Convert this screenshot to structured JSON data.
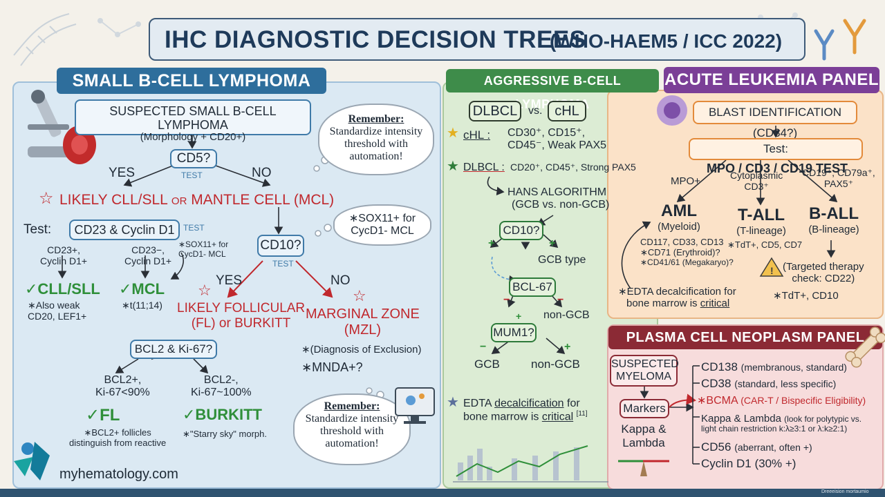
{
  "header": {
    "title": "IHC DIAGNOSTIC DECISION TREES",
    "subtitle": "(WHO-HAEM5 / ICC 2022)"
  },
  "small_bcell": {
    "title": "SMALL B-CELL LYMPHOMA FLOW",
    "start_line1": "SUSPECTED SMALL B-CELL LYMPHOMA",
    "start_line2": "(Morphology + CD20+)",
    "cd5": "CD5?",
    "cd5_test": "TEST",
    "yes": "YES",
    "no": "NO",
    "likely_cll_a": "LIKELY CLL/SLL",
    "likely_cll_or": "OR",
    "likely_cll_b": "MANTLE CELL (MCL)",
    "test_prefix": "Test:",
    "test_box": "CD23 & Cyclin D1",
    "test_tag": "TEST",
    "cd23pos_l1": "CD23+,",
    "cd23pos_l2": "Cyclin D1+",
    "cd23neg_l1": "CD23−,",
    "cd23neg_l2": "Cyclin D1+",
    "sox_small_l1": "∗SOX11+ for",
    "sox_small_l2": "CycD1- MCL",
    "cll_result": "✓CLL/SLL",
    "cll_note_l1": "∗Also weak",
    "cll_note_l2": "CD20, LEF1+",
    "mcl_result": "✓MCL",
    "mcl_note": "∗t(11;14)",
    "cd10": "CD10?",
    "cd10_test": "TEST",
    "yes2": "YES",
    "no2": "NO",
    "likely_fl_l1": "LIKELY FOLLICULAR",
    "likely_fl_l2": "(FL) or BURKITT",
    "mzl_l1": "MARGINAL ZONE",
    "mzl_l2": "(MZL)",
    "mzl_note1": "∗(Diagnosis of Exclusion)",
    "mzl_note2": "∗MNDA+?",
    "sox_bubble_l1": "∗SOX11+ for",
    "sox_bubble_l2": "CycD1- MCL",
    "bcl2": "BCL2 & Ki-67?",
    "fl_cond_l1": "BCL2+,",
    "fl_cond_l2": "Ki-67<90%",
    "bk_cond_l1": "BCL2-,",
    "bk_cond_l2": "Ki-67~100%",
    "fl_result": "✓FL",
    "bk_result": "✓BURKITT",
    "fl_note_l1": "∗BCL2+ follicles",
    "fl_note_l2": "distinguish from reactive",
    "bk_note": "∗\"Starry sky\" morph.",
    "remember1_title": "Remember:",
    "remember1_l1": "Standardize intensity",
    "remember1_l2": "threshold with",
    "remember1_l3": "automation!",
    "remember2_title": "Remember:",
    "remember2_l1": "Standardize intensity",
    "remember2_l2": "threshold with",
    "remember2_l3": "automation!",
    "brand": "myhematology.com"
  },
  "aggressive": {
    "title": "AGGRESSIVE B-CELL LYMPHOMA",
    "dlbcl": "DLBCL",
    "vs": "vs.",
    "chl": "cHL",
    "chl_label": "cHL :",
    "chl_markers_l1": "CD30⁺, CD15⁺,",
    "chl_markers_l2": "CD45⁻, Weak PAX5",
    "dlbcl_label": "DLBCL :",
    "dlbcl_markers": "CD20⁺, CD45⁺, Strong PAX5",
    "hans_l1": "HANS ALGORITHM",
    "hans_l2": "(GCB vs. non-GCB)",
    "cd10": "CD10?",
    "gcb_type": "GCB type",
    "bcl6": "BCL-67",
    "non_gcb1": "non-GCB",
    "mum1": "MUM1?",
    "gcb": "GCB",
    "non_gcb2": "non-GCB",
    "plus": "+",
    "minus": "−",
    "edta_l1_a": "EDTA",
    "edta_l1_b": "decalcification",
    "edta_l1_c": "for",
    "edta_l2_a": "bone marrow is",
    "edta_l2_b": "critical",
    "edta_ref": "[11]"
  },
  "acute": {
    "title": "ACUTE LEUKEMIA PANEL",
    "blast": "BLAST IDENTIFICATION (CD34?)",
    "test_prefix": "Test:",
    "test_box": "MPO / CD3 / CD19 TEST",
    "mpo": "MPO+",
    "cyto_l1": "Cytoplasmic",
    "cyto_l2": "CD3⁺",
    "cd19_l1": "CD19⁺, CD79a⁺,",
    "cd19_l2": "PAX5⁺",
    "aml": "AML",
    "aml_sub": "(Myeloid)",
    "tall": "T-ALL",
    "tall_sub": "(T-lineage)",
    "ball": "B-ALL",
    "ball_sub": "(B-lineage)",
    "aml_m1": "CD117, CD33, CD13",
    "aml_m2": "∗CD71 (Erythroid)?",
    "aml_m3": "∗CD41/61 (Megakaryo)?",
    "tall_m": "∗TdT+, CD5, CD7",
    "ball_m1": "(Targeted therapy",
    "ball_m2": "check: CD22)",
    "ball_m3": "∗TdT+, CD10",
    "edta_l1": "∗EDTA decalcification for",
    "edta_l2_a": "bone marrow is",
    "edta_l2_b": "critical"
  },
  "plasma": {
    "title": "PLASMA CELL NEOPLASM PANEL",
    "suspected_l1": "SUSPECTED",
    "suspected_l2": "MYELOMA",
    "markers": "Markers",
    "kappa_l1": "Kappa &",
    "kappa_l2": "Lambda",
    "m1_a": "CD138",
    "m1_b": "(membranous, standard)",
    "m2_a": "CD38",
    "m2_b": "(standard, less specific)",
    "m3_a": "∗BCMA",
    "m3_b": "(CAR-T / Bispecific Eligibility)",
    "m4_a": "Kappa & Lambda",
    "m4_b": "(look for polytypic vs.",
    "m4_c": "light chain restriction k:λ≥3:1 or λ:k≥2:1)",
    "m5_a": "CD56",
    "m5_b": "(aberrant, often +)",
    "m6": "Cyclin D1 (30% +)"
  },
  "footer": {
    "credit": "Dreeeision mortaumio"
  },
  "colors": {
    "blue_panel": "#dbe9f3",
    "blue_title": "#2e6e9c",
    "green_panel": "#dcecd4",
    "green_title": "#3e8c4a",
    "orange_panel": "#fbe2c8",
    "purple_title": "#7b3f97",
    "pink_panel": "#f7dcdc",
    "maroon_title": "#8b2a35",
    "red_text": "#c0282d",
    "green_text": "#2f8f3a"
  }
}
